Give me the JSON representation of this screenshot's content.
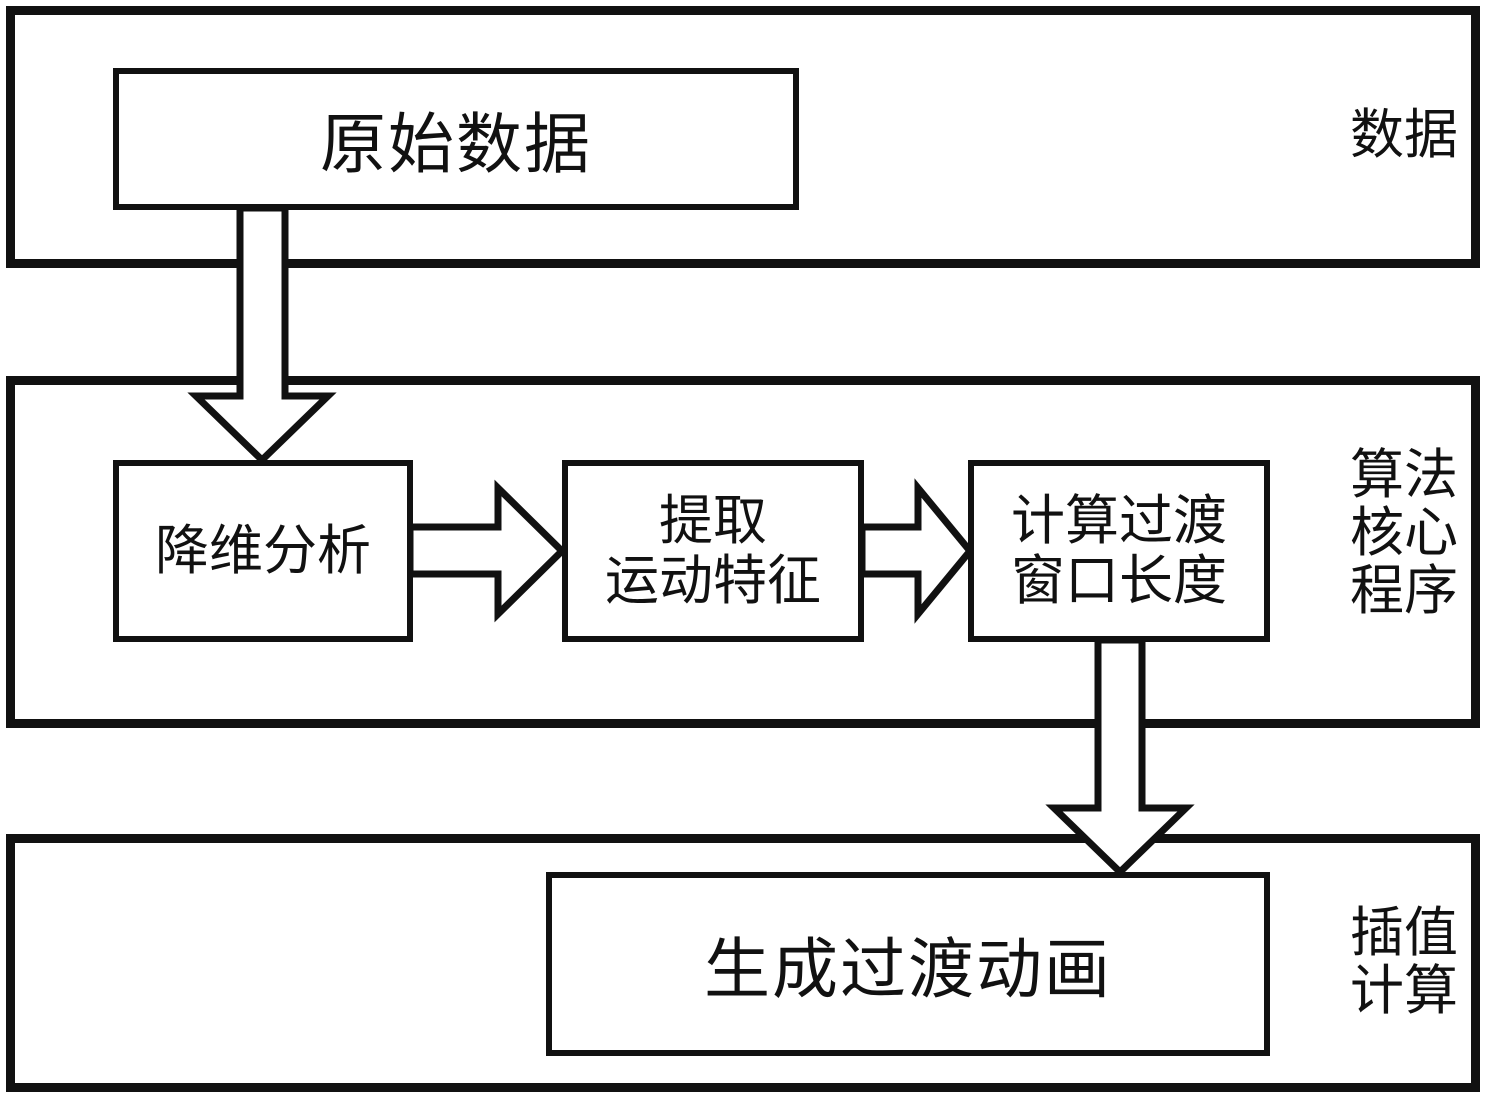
{
  "layers": {
    "data": {
      "label": "数据"
    },
    "core": {
      "label": "算法核心程序"
    },
    "interp": {
      "label": "插值计算"
    }
  },
  "nodes": {
    "raw_data": "原始数据",
    "dim_reduce": "降维分析",
    "extract_line1": "提取",
    "extract_line2": "运动特征",
    "calc_line1": "计算过渡",
    "calc_line2": "窗口长度",
    "gen_anim": "生成过渡动画"
  }
}
